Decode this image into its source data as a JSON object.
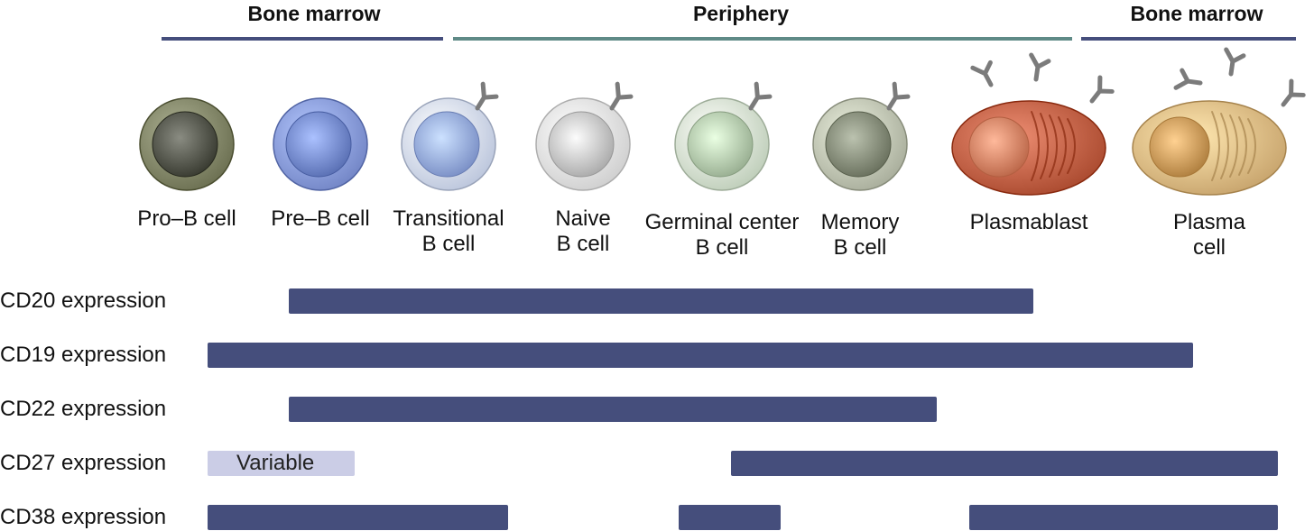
{
  "regions": [
    {
      "label": "Bone marrow",
      "color": "#454e7c"
    },
    {
      "label": "Periphery",
      "color": "#5f8a87"
    },
    {
      "label": "Bone marrow",
      "color": "#454e7c"
    }
  ],
  "cells": [
    {
      "label": "Pro–B cell",
      "icon": "pro-b-cell-icon",
      "membrane": "#868a6c",
      "nucleus": "#5d5f55"
    },
    {
      "label": "Pre–B cell",
      "icon": "pre-b-cell-icon",
      "membrane": "#8da0e0",
      "nucleus": "#7e94d8"
    },
    {
      "label": "Transitional\nB cell",
      "icon": "transitional-b-cell-icon",
      "membrane": "#d6e0f6",
      "nucleus": "#9fb4ea"
    },
    {
      "label": "Naive\nB cell",
      "icon": "naive-b-cell-icon",
      "membrane": "#e9e9e9",
      "nucleus": "#cfcfcf"
    },
    {
      "label": "Germinal center\nB cell",
      "icon": "germinal-center-b-cell-icon",
      "membrane": "#d9e8d4",
      "nucleus": "#bdd3b6"
    },
    {
      "label": "Memory\nB cell",
      "icon": "memory-b-cell-icon",
      "membrane": "#c3c8b6",
      "nucleus": "#8e9582"
    },
    {
      "label": "Plasmablast",
      "icon": "plasmablast-icon",
      "membrane": "#c5654a",
      "nucleus": "#e08c6e"
    },
    {
      "label": "Plasma\ncell",
      "icon": "plasma-cell-icon",
      "membrane": "#e2bf88",
      "nucleus": "#d4a464"
    }
  ],
  "markers": [
    {
      "label": "CD20 expression",
      "segments": [
        {
          "from": "Pre–B cell",
          "to": "Plasmablast"
        }
      ]
    },
    {
      "label": "CD19 expression",
      "segments": [
        {
          "from": "Pro–B cell",
          "to": "Plasma cell"
        }
      ]
    },
    {
      "label": "CD22 expression",
      "segments": [
        {
          "from": "Pre–B cell",
          "to": "Memory B cell"
        }
      ]
    },
    {
      "label": "CD27 expression",
      "segments": [
        {
          "from": "Pro–B cell",
          "to": "Pre–B cell",
          "style": "variable",
          "text": "Variable"
        },
        {
          "from": "Germinal center B cell",
          "to": "Plasma cell"
        }
      ]
    },
    {
      "label": "CD38 expression",
      "segments": [
        {
          "from": "Pro–B cell",
          "to": "Transitional B cell"
        },
        {
          "from": "Germinal center B cell",
          "to": "Germinal center B cell"
        },
        {
          "from": "Plasmablast",
          "to": "Plasma cell"
        }
      ]
    }
  ],
  "colors": {
    "bar": "#454e7c",
    "variable_bar": "#cbcde6",
    "antibody": "#7b7b7b",
    "bone_marrow_line": "#454e7c",
    "periphery_line": "#5f8a87"
  }
}
